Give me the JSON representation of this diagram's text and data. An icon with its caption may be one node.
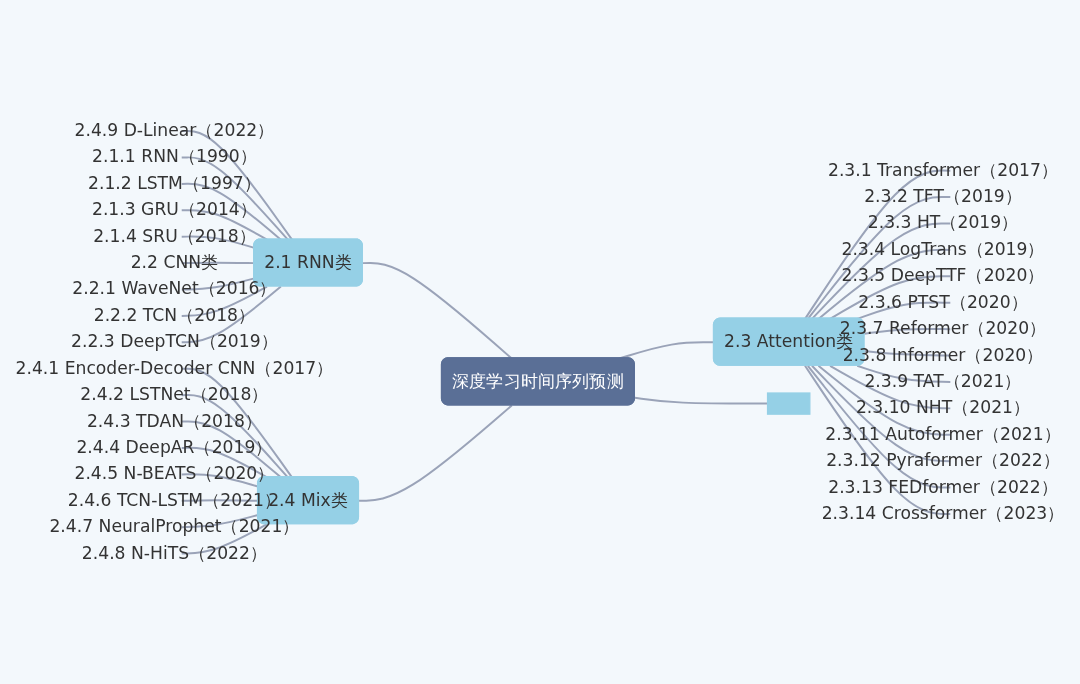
{
  "diagram": {
    "nodes": [
      {
        "text": [
          "深度学习时间序列预测"
        ]
      },
      {
        "text": [
          "2.3 Attention类"
        ]
      },
      {
        "text": [
          "2.3.1 Transformer（2017）"
        ]
      },
      {
        "text": [
          "2.3.2 TFT（2019）"
        ]
      },
      {
        "text": [
          "2.3.3 HT（2019）"
        ]
      },
      {
        "text": [
          "2.3.4 LogTrans（2019）"
        ]
      },
      {
        "text": [
          "2.3.5 DeepTTF（2020）"
        ]
      },
      {
        "text": [
          "2.3.6 PTST（2020）"
        ]
      },
      {
        "text": [
          "2.3.7 Reformer（2020）"
        ]
      },
      {
        "text": [
          "2.3.8 Informer（2020）"
        ]
      },
      {
        "text": [
          "2.3.9 TAT（2021）"
        ]
      },
      {
        "text": [
          "2.3.10 NHT（2021）"
        ]
      },
      {
        "text": [
          "2.3.11 Autoformer（2021）"
        ]
      },
      {
        "text": [
          "2.3.12 Pyraformer（2022）"
        ]
      },
      {
        "text": [
          "2.3.13 FEDformer（2022）"
        ]
      },
      {
        "text": [
          "2.3.14 Crossformer（2023）"
        ]
      },
      {
        "text": [
          "2.1 RNN类"
        ]
      },
      {
        "text": [
          "2.4.9 D-Linear（2022）"
        ]
      },
      {
        "text": [
          "2.1.1 RNN（1990）"
        ]
      },
      {
        "text": [
          "2.1.2 LSTM（1997）"
        ]
      },
      {
        "text": [
          "2.1.3 GRU（2014）"
        ]
      },
      {
        "text": [
          "2.1.4 SRU（2018）"
        ]
      },
      {
        "text": [
          "2.2 CNN类"
        ]
      },
      {
        "text": [
          "2.2.1 WaveNet（2016）"
        ]
      },
      {
        "text": [
          "2.2.2 TCN（2018）"
        ]
      },
      {
        "text": [
          "2.2.3 DeepTCN（2019）"
        ]
      },
      {
        "text": [
          "2.4 Mix类"
        ]
      },
      {
        "text": [
          "2.4.1 Encoder-Decoder CNN（2017）"
        ]
      },
      {
        "text": [
          "2.4.2 LSTNet（2018）"
        ]
      },
      {
        "text": [
          "2.4.3 TDAN（2018）"
        ]
      },
      {
        "text": [
          "2.4.4 DeepAR（2019）"
        ]
      },
      {
        "text": [
          "2.4.5 N-BEATS（2020）"
        ]
      },
      {
        "text": [
          "2.4.6 TCN-LSTM（2021）"
        ]
      },
      {
        "text": [
          "2.4.7 NeuralProphet（2021）"
        ]
      },
      {
        "text": [
          "2.4.8 N-HiTS（2022）"
        ]
      },
      {
        "text": [],
        "shape": "box"
      }
    ],
    "edges": [
      {
        "from": 0,
        "to": 1,
        "arrow": "none"
      },
      {
        "from": 1,
        "to": 2,
        "arrow": "none"
      },
      {
        "from": 1,
        "to": 3,
        "arrow": "none"
      },
      {
        "from": 1,
        "to": 4,
        "arrow": "none"
      },
      {
        "from": 1,
        "to": 5,
        "arrow": "none"
      },
      {
        "from": 1,
        "to": 6,
        "arrow": "none"
      },
      {
        "from": 1,
        "to": 7,
        "arrow": "none"
      },
      {
        "from": 1,
        "to": 8,
        "arrow": "none"
      },
      {
        "from": 1,
        "to": 9,
        "arrow": "none"
      },
      {
        "from": 1,
        "to": 10,
        "arrow": "none"
      },
      {
        "from": 1,
        "to": 11,
        "arrow": "none"
      },
      {
        "from": 1,
        "to": 12,
        "arrow": "none"
      },
      {
        "from": 1,
        "to": 13,
        "arrow": "none"
      },
      {
        "from": 1,
        "to": 14,
        "arrow": "none"
      },
      {
        "from": 1,
        "to": 15,
        "arrow": "none"
      },
      {
        "from": 0,
        "to": 16,
        "arrow": "none"
      },
      {
        "from": 16,
        "to": 17,
        "arrow": "none"
      },
      {
        "from": 16,
        "to": 18,
        "arrow": "none"
      },
      {
        "from": 16,
        "to": 19,
        "arrow": "none"
      },
      {
        "from": 16,
        "to": 20,
        "arrow": "none"
      },
      {
        "from": 16,
        "to": 21,
        "arrow": "none"
      },
      {
        "from": 16,
        "to": 22,
        "arrow": "none"
      },
      {
        "from": 16,
        "to": 23,
        "arrow": "none"
      },
      {
        "from": 16,
        "to": 24,
        "arrow": "none"
      },
      {
        "from": 16,
        "to": 25,
        "arrow": "none"
      },
      {
        "from": 0,
        "to": 26,
        "arrow": "none"
      },
      {
        "from": 26,
        "to": 27,
        "arrow": "none"
      },
      {
        "from": 26,
        "to": 28,
        "arrow": "none"
      },
      {
        "from": 26,
        "to": 29,
        "arrow": "none"
      },
      {
        "from": 26,
        "to": 30,
        "arrow": "none"
      },
      {
        "from": 26,
        "to": 31,
        "arrow": "none"
      },
      {
        "from": 26,
        "to": 32,
        "arrow": "none"
      },
      {
        "from": 26,
        "to": 33,
        "arrow": "none"
      },
      {
        "from": 26,
        "to": 34,
        "arrow": "none"
      },
      {
        "from": 0,
        "to": 35,
        "arrow": "none"
      }
    ]
  }
}
